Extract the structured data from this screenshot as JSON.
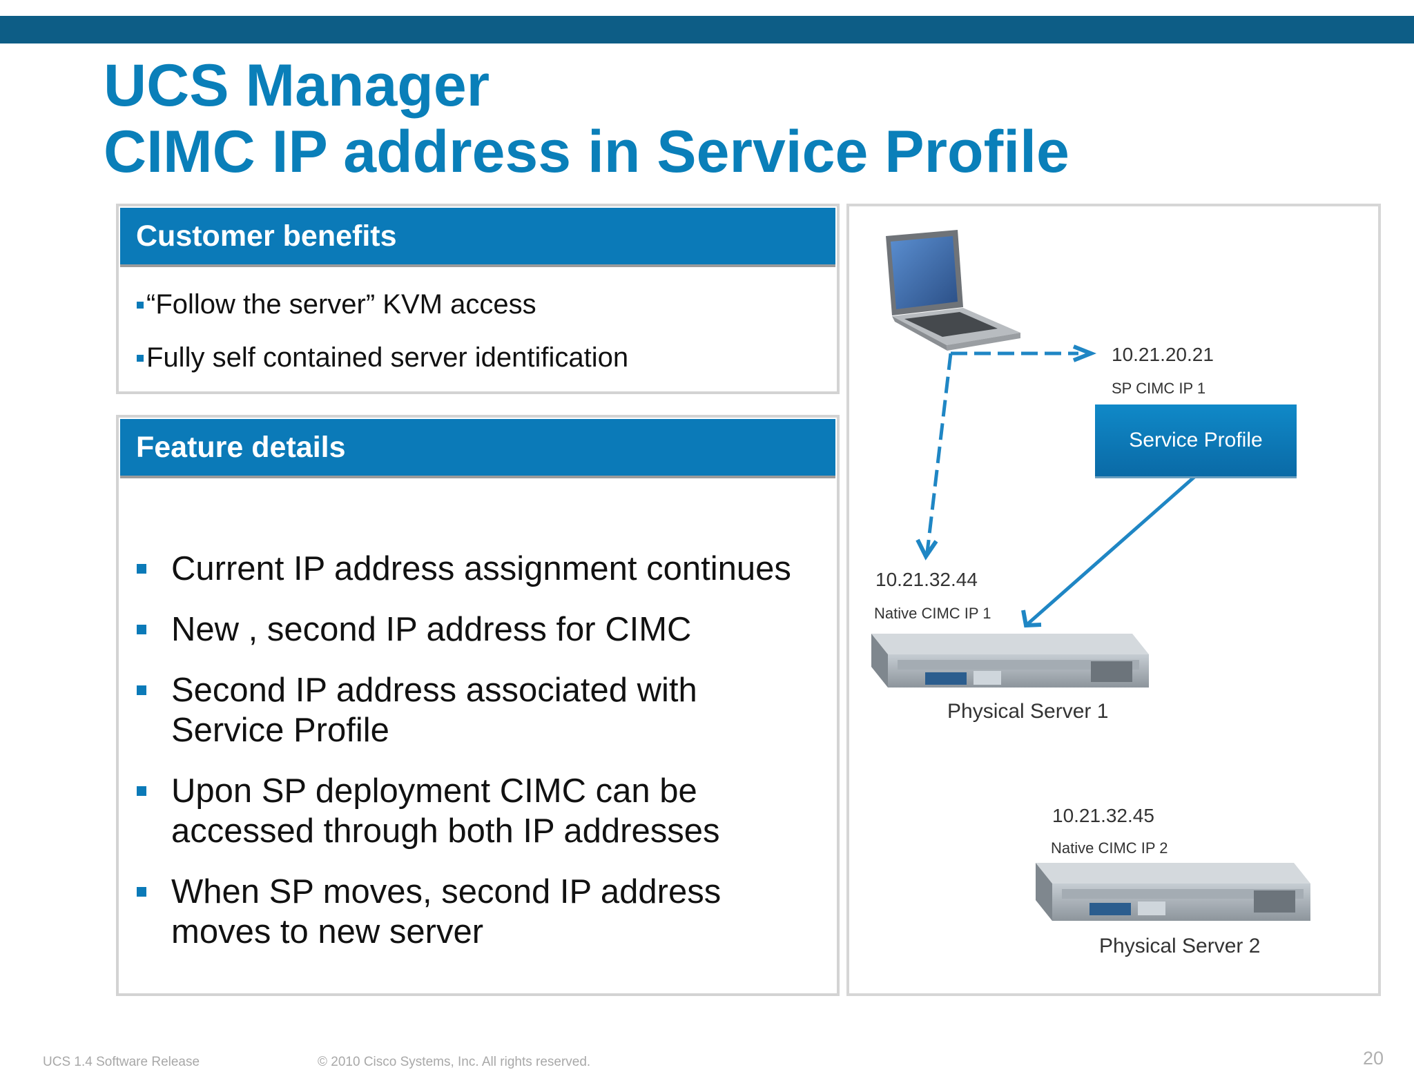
{
  "slide": {
    "title_line1": "UCS Manager",
    "title_line2": "CIMC IP address in Service Profile"
  },
  "benefits": {
    "header": "Customer benefits",
    "items": [
      "“Follow the server” KVM access",
      "Fully self contained server identification"
    ]
  },
  "features": {
    "header": "Feature details",
    "items": [
      {
        "lines": [
          "Current IP address assignment continues"
        ]
      },
      {
        "lines": [
          "New , second IP address for CIMC"
        ]
      },
      {
        "lines": [
          "Second IP address associated with",
          "Service Profile"
        ]
      },
      {
        "lines": [
          "Upon SP deployment CIMC can be",
          "accessed through both IP addresses"
        ]
      },
      {
        "lines": [
          "When SP moves, second IP address",
          "moves to new server"
        ]
      }
    ]
  },
  "diagram": {
    "sp_ip": "10.21.20.21",
    "sp_ip_label": "SP CIMC IP 1",
    "service_profile_label": "Service Profile",
    "server1_ip": "10.21.32.44",
    "server1_ip_label": "Native CIMC IP 1",
    "server1_name": "Physical Server 1",
    "server2_ip": "10.21.32.45",
    "server2_ip_label": "Native CIMC IP 2",
    "server2_name": "Physical Server 2",
    "arrow_color": "#1f86c4"
  },
  "footer": {
    "left": "UCS 1.4 Software Release",
    "center": "© 2010 Cisco Systems, Inc. All rights reserved.",
    "page_number": "20"
  }
}
